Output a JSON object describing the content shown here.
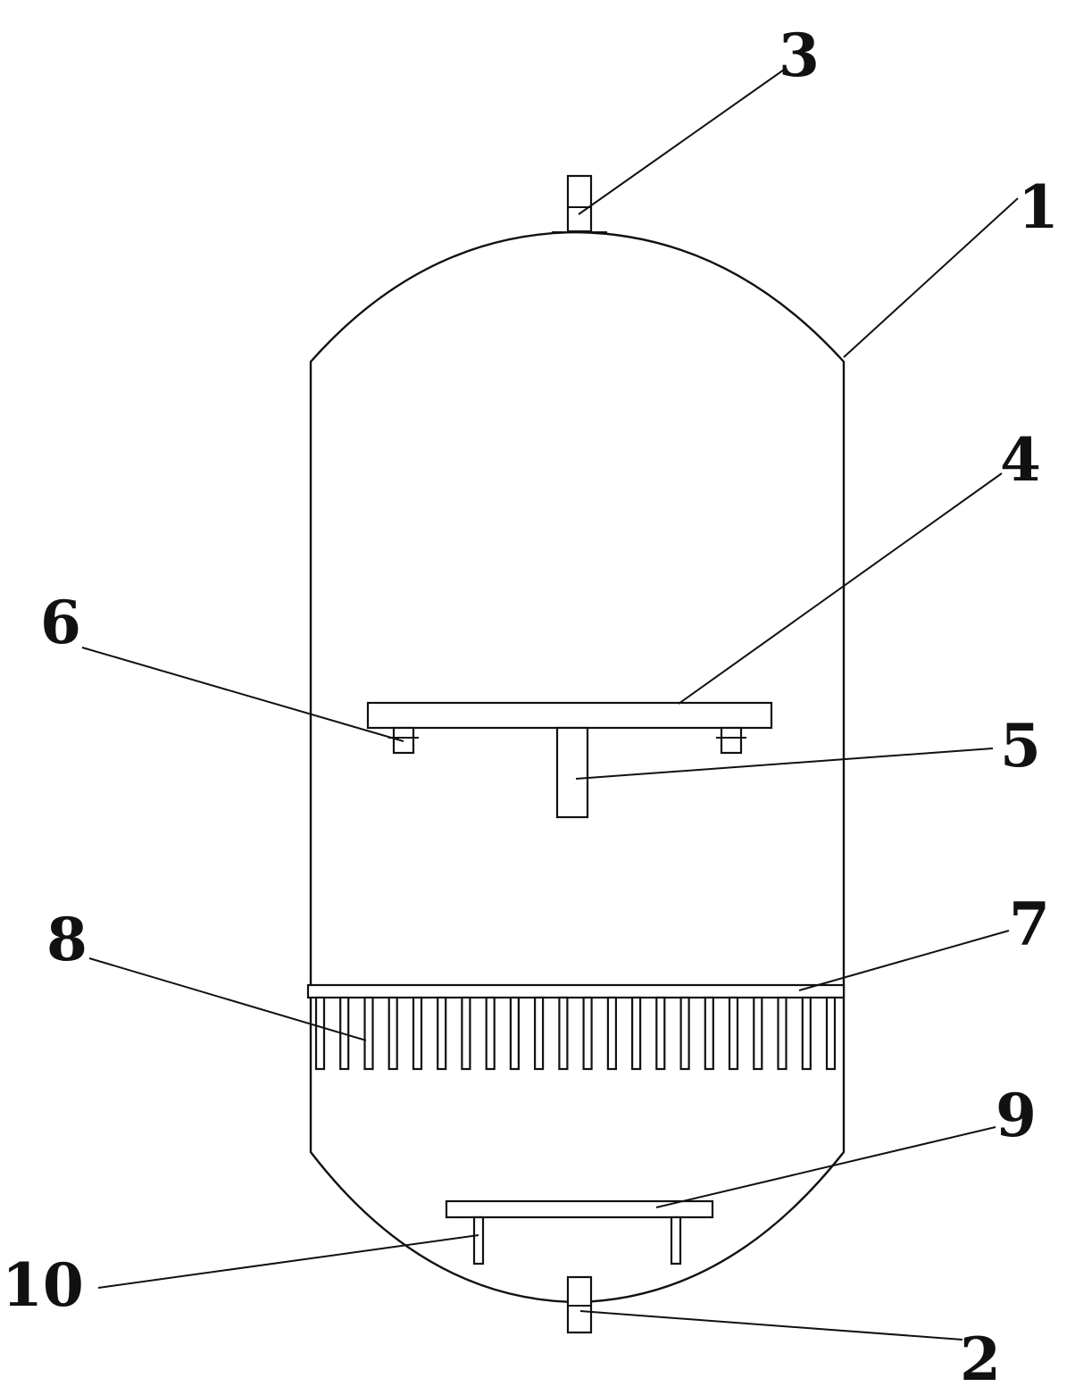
{
  "labels": {
    "l1": "1",
    "l2": "2",
    "l3": "3",
    "l4": "4",
    "l5": "5",
    "l6": "6",
    "l7": "7",
    "l8": "8",
    "l9": "9",
    "l10": "10"
  },
  "colors": {
    "line": "#111111",
    "background": "#ffffff"
  }
}
